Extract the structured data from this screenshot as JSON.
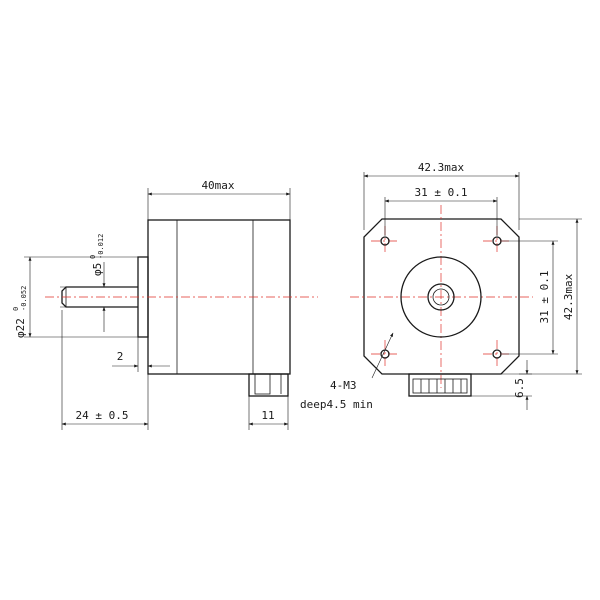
{
  "side_view": {
    "length_label": "40max",
    "shaft_dia_label": "φ5",
    "shaft_tol_upper": "0",
    "shaft_tol_lower": "-0.012",
    "boss_dia_label": "φ22",
    "boss_tol_upper": "0",
    "boss_tol_lower": "-0.052",
    "boss_depth_label": "2",
    "shaft_length_label": "24 ± 0.5",
    "connector_label": "11"
  },
  "front_view": {
    "width_label": "42.3max",
    "hole_spacing_h_label": "31 ± 0.1",
    "hole_spacing_v_label": "31 ± 0.1",
    "height_label": "42.3max",
    "connector_height_label": "6.5",
    "thread_label": "4-M3",
    "thread_depth_label": "deep4.5 min"
  }
}
